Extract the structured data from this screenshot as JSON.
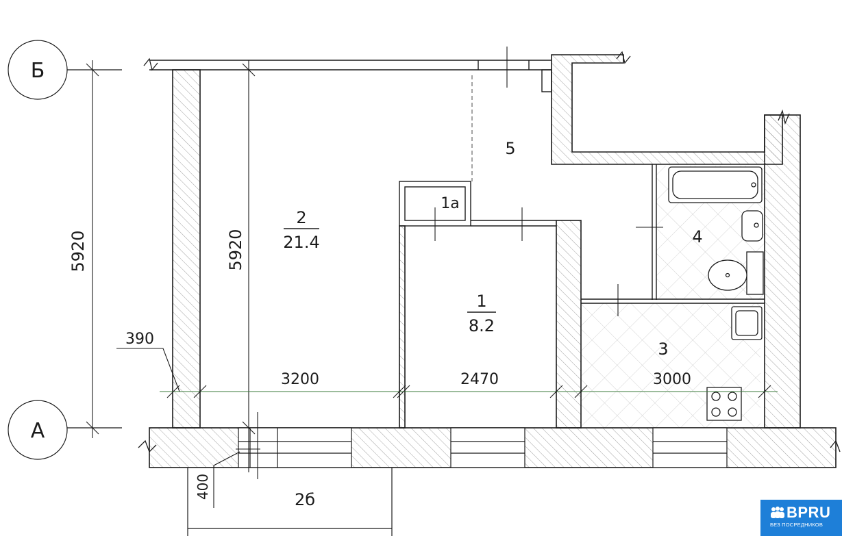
{
  "axes": {
    "top": "Б",
    "bottom": "А"
  },
  "dimensions": {
    "overall_height": "5920",
    "room_height": "5920",
    "wall_thickness": "390",
    "span_1": "3200",
    "span_2": "2470",
    "span_3": "3000",
    "balcony_depth": "400"
  },
  "rooms": {
    "room_2": {
      "number": "2",
      "area": "21.4"
    },
    "room_1": {
      "number": "1",
      "area": "8.2"
    },
    "room_1a": {
      "number": "1а"
    },
    "room_5": {
      "number": "5"
    },
    "room_4": {
      "number": "4"
    },
    "room_3": {
      "number": "3"
    },
    "room_2b": {
      "number": "2б"
    }
  },
  "watermark": {
    "brand": "BPRU",
    "tagline": "БЕЗ ПОСРЕДНИКОВ"
  },
  "colors": {
    "line": "#1b1b1b",
    "dim_line": "#3a7a3a",
    "badge": "#1e7fd8"
  }
}
